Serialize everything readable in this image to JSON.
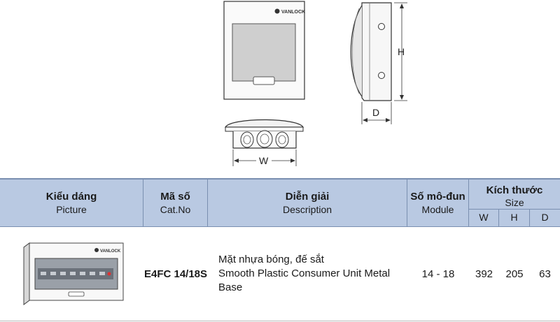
{
  "drawings": {
    "brand": "VANLOCK",
    "dim_h": "H",
    "dim_d": "D",
    "dim_w": "W"
  },
  "table": {
    "headers": {
      "picture_vi": "Kiểu dáng",
      "picture_en": "Picture",
      "catno_vi": "Mã số",
      "catno_en": "Cat.No",
      "desc_vi": "Diễn giải",
      "desc_en": "Description",
      "module_vi": "Số mô-đun",
      "module_en": "Module",
      "size_vi": "Kích thước",
      "size_en": "Size",
      "w": "W",
      "h": "H",
      "d": "D"
    },
    "rows": [
      {
        "brand": "VANLOCK",
        "catno": "E4FC 14/18S",
        "desc_vi": "Mặt nhựa bóng, đế sắt",
        "desc_en": "Smooth Plastic Consumer Unit Metal Base",
        "module": "14 - 18",
        "w": "392",
        "h": "205",
        "d": "63"
      }
    ]
  }
}
